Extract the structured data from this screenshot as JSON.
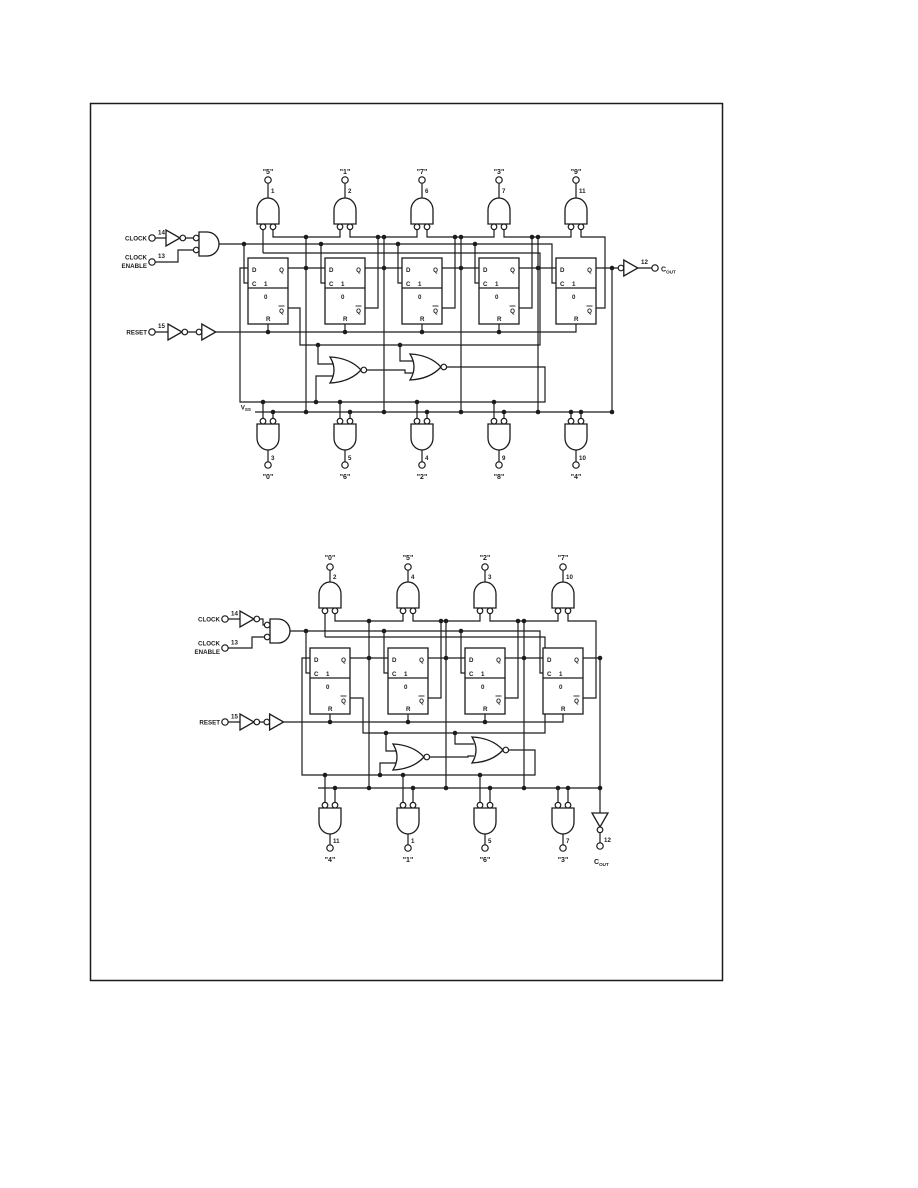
{
  "colors": {
    "ink": "#1c1c1c",
    "paper": "#ffffff"
  },
  "diagrams": [
    {
      "name": "decade-counter-logic-diagram",
      "top_outputs": [
        {
          "label": "\"5\"",
          "pin": "1"
        },
        {
          "label": "\"1\"",
          "pin": "2"
        },
        {
          "label": "\"7\"",
          "pin": "6"
        },
        {
          "label": "\"3\"",
          "pin": "7"
        },
        {
          "label": "\"9\"",
          "pin": "11"
        }
      ],
      "bottom_outputs": [
        {
          "label": "\"0\"",
          "pin": "3"
        },
        {
          "label": "\"6\"",
          "pin": "5"
        },
        {
          "label": "\"2\"",
          "pin": "4"
        },
        {
          "label": "\"8\"",
          "pin": "9"
        },
        {
          "label": "\"4\"",
          "pin": "10"
        }
      ],
      "clock": {
        "label": "CLOCK",
        "pin": "14"
      },
      "clock_enable": {
        "line1": "CLOCK",
        "line2": "ENABLE",
        "pin": "13"
      },
      "reset": {
        "label": "RESET",
        "pin": "15"
      },
      "carry": {
        "base": "C",
        "sub": "OUT",
        "pin": "12"
      },
      "vss": {
        "base": "V",
        "sub": "SS"
      },
      "ff": {
        "d": "D",
        "q": "Q",
        "c": "C",
        "one": "1",
        "zero": "0",
        "qbar": "Q",
        "r": "R"
      }
    },
    {
      "name": "octal-counter-logic-diagram",
      "top_outputs": [
        {
          "label": "\"0\"",
          "pin": "2"
        },
        {
          "label": "\"5\"",
          "pin": "4"
        },
        {
          "label": "\"2\"",
          "pin": "3"
        },
        {
          "label": "\"7\"",
          "pin": "10"
        }
      ],
      "bottom_outputs": [
        {
          "label": "\"4\"",
          "pin": "11"
        },
        {
          "label": "\"1\"",
          "pin": "1"
        },
        {
          "label": "\"6\"",
          "pin": "5"
        },
        {
          "label": "\"3\"",
          "pin": "7"
        }
      ],
      "clock": {
        "label": "CLOCK",
        "pin": "14"
      },
      "clock_enable": {
        "line1": "CLOCK",
        "line2": "ENABLE",
        "pin": "13"
      },
      "reset": {
        "label": "RESET",
        "pin": "15"
      },
      "carry": {
        "base": "C",
        "sub": "OUT",
        "pin": "12"
      },
      "ff": {
        "d": "D",
        "q": "Q",
        "c": "C",
        "one": "1",
        "zero": "0",
        "qbar": "Q",
        "r": "R"
      }
    }
  ]
}
